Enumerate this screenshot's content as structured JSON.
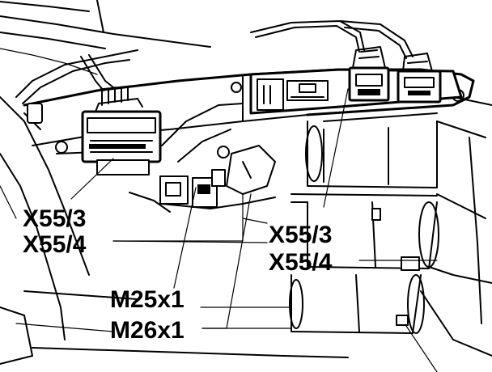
{
  "labels": {
    "left_x55_3": "X55/3",
    "left_x55_4": "X55/4",
    "right_x55_3": "X55/3",
    "right_x55_4": "X55/4",
    "m25x1": "M25x1",
    "m26x1": "M26x1"
  }
}
